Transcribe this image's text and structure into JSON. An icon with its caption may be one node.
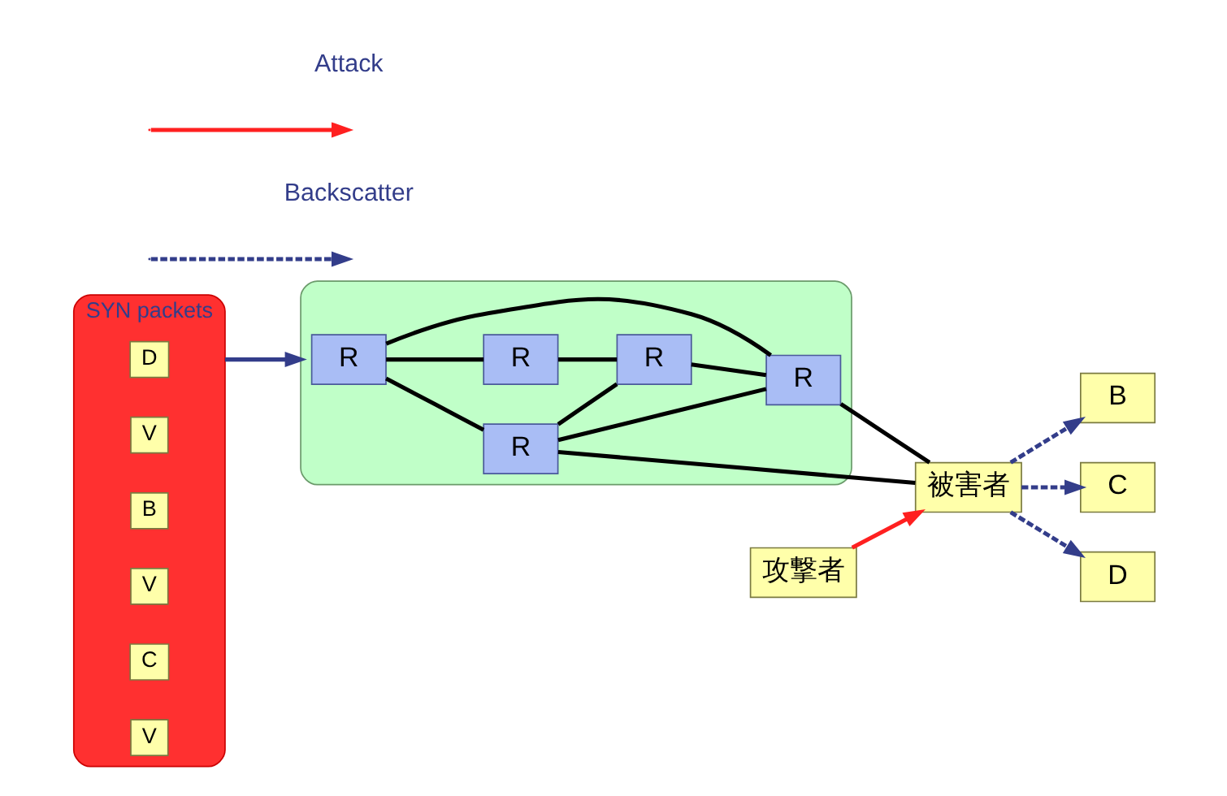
{
  "diagram": {
    "nodes": [
      {
        "text": [],
        "shape": "arrow",
        "beside": [
          "SYN packets"
        ]
      },
      {
        "text": [
          "D"
        ],
        "in": 0
      },
      {
        "text": [
          "V"
        ],
        "in": 0
      },
      {
        "text": [
          "B"
        ],
        "in": 0
      },
      {
        "text": [
          "V"
        ],
        "in": 0
      },
      {
        "text": [
          "C"
        ],
        "in": 0
      },
      {
        "text": [
          "V"
        ],
        "in": 0
      },
      {
        "text": [
          "B"
        ]
      },
      {
        "text": [
          "攻撃者"
        ]
      },
      {
        "text": [],
        "shape": "cloud"
      },
      {
        "text": [
          "R"
        ],
        "in": 9
      },
      {
        "text": [
          "R"
        ],
        "in": 9
      },
      {
        "text": [
          "R"
        ],
        "in": 9
      },
      {
        "text": [
          "R"
        ],
        "in": 9
      },
      {
        "text": [
          "R"
        ],
        "in": 9
      },
      {
        "text": [
          "被害者"
        ]
      },
      {
        "text": [
          "C"
        ]
      },
      {
        "text": [
          "D"
        ]
      }
    ],
    "edges": [
      {
        "from": 0,
        "to": 9,
        "arrow": "to",
        "color": "#333d8a"
      },
      {
        "from": 10,
        "to": 11,
        "arrow": "none"
      },
      {
        "from": 10,
        "to": 12,
        "arrow": "none"
      },
      {
        "from": 10,
        "to": 14,
        "arrow": "none"
      },
      {
        "from": 11,
        "to": 13,
        "arrow": "none"
      },
      {
        "from": 11,
        "to": 14,
        "arrow": "none"
      },
      {
        "from": 11,
        "to": 15,
        "arrow": "none"
      },
      {
        "from": 12,
        "to": 13,
        "arrow": "none"
      },
      {
        "from": 13,
        "to": 14,
        "arrow": "none"
      },
      {
        "from": 14,
        "to": 15,
        "arrow": "none"
      },
      {
        "from": 8,
        "to": 15,
        "arrow": "to",
        "color": "#ff2020"
      },
      {
        "from": 15,
        "to": 7,
        "arrow": "to",
        "style": "dashed",
        "color": "#333d8a"
      },
      {
        "from": 15,
        "to": 16,
        "arrow": "to",
        "style": "dashed",
        "color": "#333d8a"
      },
      {
        "from": 15,
        "to": 17,
        "arrow": "to",
        "style": "dashed",
        "color": "#333d8a"
      }
    ],
    "legend": [
      {
        "text": "Attack"
      },
      {
        "text": "Backscatter"
      }
    ]
  }
}
